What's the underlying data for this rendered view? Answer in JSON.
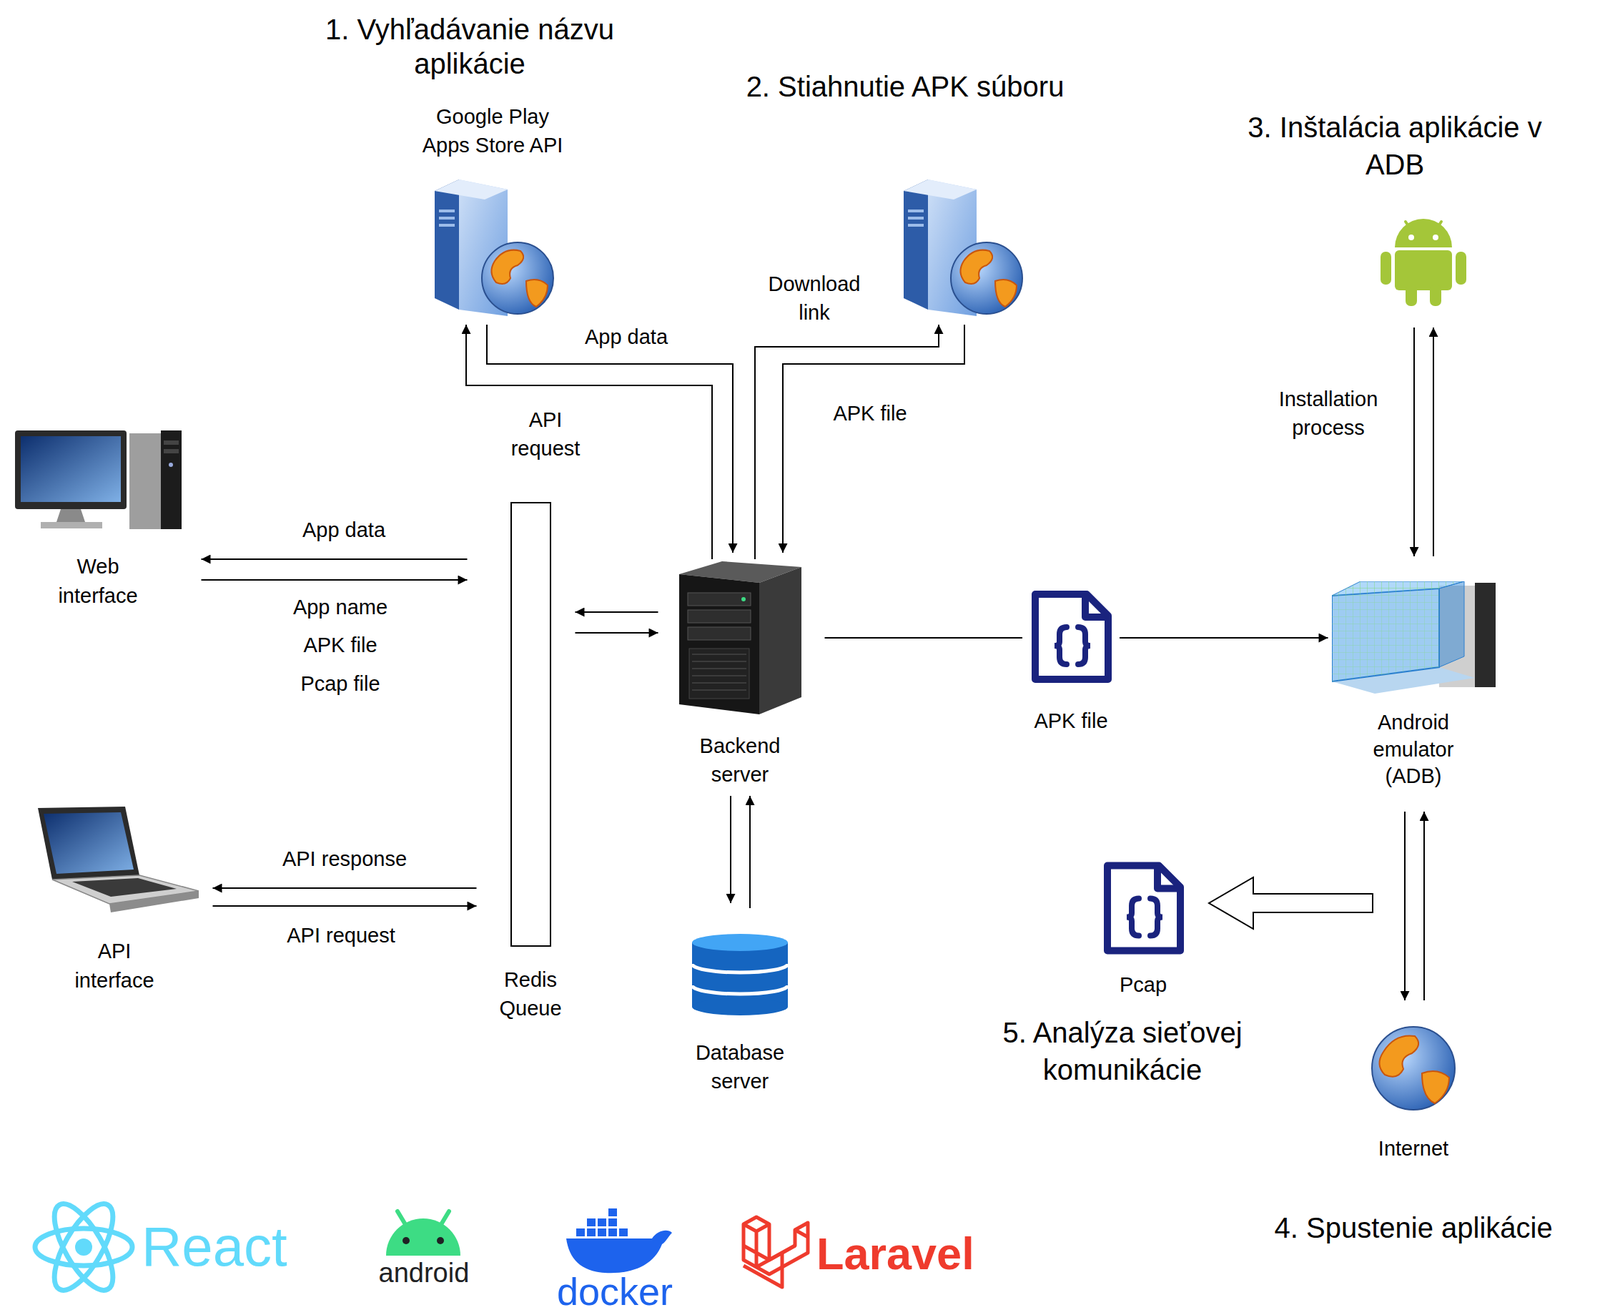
{
  "diagram": {
    "nodes": [
      {
        "text": [
          "Web interface"
        ]
      },
      {
        "text": [
          "API interface"
        ]
      },
      {
        "text": [
          "Redis Queue"
        ]
      },
      {
        "text": [
          "1. Vyhľadávanie názvu aplikácie",
          "Google Play Apps Store API"
        ]
      },
      {
        "text": [
          "2. Stiahnutie APK súboru"
        ]
      },
      {
        "text": [
          "Backend server"
        ]
      },
      {
        "text": [
          "Database server"
        ]
      },
      {
        "text": [
          "APK file"
        ]
      },
      {
        "text": [
          "Android emulator (ADB)"
        ]
      },
      {
        "text": [
          "3. Inštalácia aplikácie v ADB"
        ]
      },
      {
        "text": [
          "Pcap"
        ]
      },
      {
        "text": [
          "Internet"
        ]
      }
    ],
    "edges": [
      {
        "from": 2,
        "to": 0,
        "arrow": "to",
        "label": "App data"
      },
      {
        "from": 0,
        "to": 2,
        "arrow": "to",
        "label": "App name APK file Pcap file"
      },
      {
        "from": 2,
        "to": 1,
        "arrow": "to",
        "label": "API response"
      },
      {
        "from": 1,
        "to": 2,
        "arrow": "to",
        "label": "API request"
      },
      {
        "from": 5,
        "to": 2,
        "arrow": "to"
      },
      {
        "from": 2,
        "to": 5,
        "arrow": "to"
      },
      {
        "from": 5,
        "to": 3,
        "arrow": "to",
        "label": "API request"
      },
      {
        "from": 3,
        "to": 5,
        "arrow": "to",
        "label": "App data"
      },
      {
        "from": 5,
        "to": 4,
        "arrow": "to",
        "label": "Download link"
      },
      {
        "from": 4,
        "to": 5,
        "arrow": "to",
        "label": "APK file"
      },
      {
        "from": 5,
        "to": 7,
        "arrow": "none"
      },
      {
        "from": 7,
        "to": 8,
        "arrow": "to"
      },
      {
        "from": 8,
        "to": 9,
        "arrow": "to"
      },
      {
        "from": 9,
        "to": 8,
        "arrow": "to",
        "label": "Installation process"
      },
      {
        "from": 5,
        "to": 6,
        "arrow": "to"
      },
      {
        "from": 6,
        "to": 5,
        "arrow": "to"
      },
      {
        "from": 8,
        "to": 11,
        "arrow": "to"
      },
      {
        "from": 11,
        "to": 8,
        "arrow": "to"
      },
      {
        "from": 8,
        "to": 10,
        "arrow": "to"
      }
    ],
    "labels": [
      "4. Spustenie aplikácie",
      "5. Analýza sieťovej komunikácie",
      "React",
      "android",
      "docker",
      "Laravel"
    ]
  }
}
